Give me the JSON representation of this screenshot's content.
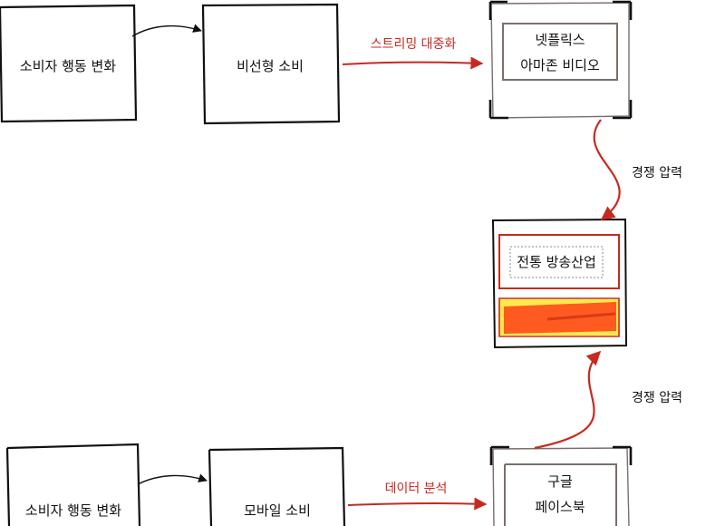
{
  "nodes": {
    "top_change": "소비자 행동 변화",
    "top_nonlinear": "비선형 소비",
    "top_streaming_line1": "넷플릭스",
    "top_streaming_line2": "아마존 비디오",
    "middle_broadcast": "전통 방송산업",
    "bottom_change": "소비자 행동 변화",
    "bottom_mobile": "모바일 소비",
    "bottom_platform_line1": "구글",
    "bottom_platform_line2": "페이스북"
  },
  "edges": {
    "top_streaming": "스트리밍 대중화",
    "bottom_data": "데이터 분석",
    "pressure_top": "경쟁 압력",
    "pressure_bottom": "경쟁 압력"
  },
  "colors": {
    "ink": "#111111",
    "accent_red": "#c62a1f",
    "inner_gray": "#7a6f6a",
    "highlight_orange": "#ff5a1f",
    "highlight_yellow": "#ffe94a"
  }
}
